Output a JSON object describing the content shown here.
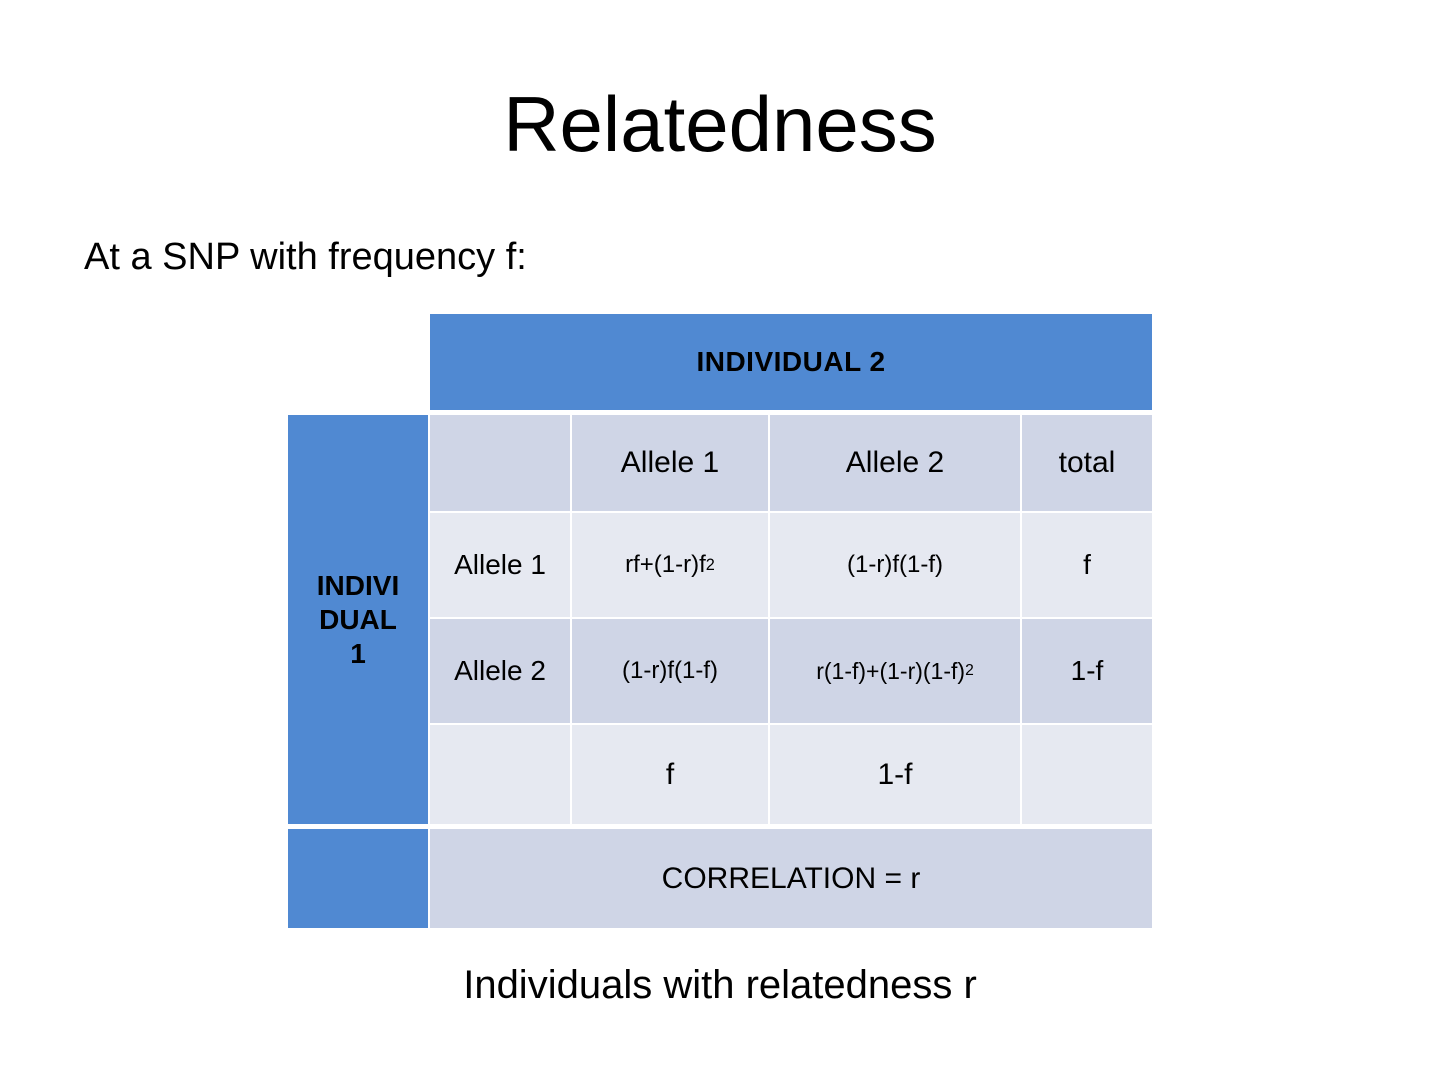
{
  "slide": {
    "title": "Relatedness",
    "subtitle": "At a SNP with frequency f:",
    "caption": "Individuals with relatedness r"
  },
  "colors": {
    "header_blue": "#5089D2",
    "band_dark": "#CFD5E6",
    "band_light": "#E6E9F1",
    "text": "#000000",
    "background": "#FFFFFF"
  },
  "table": {
    "column_banner": "INDIVIDUAL 2",
    "row_banner_lines": [
      "INDIVI",
      "DUAL",
      "1"
    ],
    "row_banner_text": "INDIVIDUAL 1",
    "corner_blank": "",
    "column_headers": [
      "",
      "Allele 1",
      "Allele 2",
      "total"
    ],
    "rows": [
      {
        "label_lines": [
          "Allele",
          "1"
        ],
        "label": "Allele 1",
        "cells": [
          "rf+(1-r)f",
          "(1-r)f(1-f)",
          "f"
        ],
        "cell1_base": "rf+(1-r)f",
        "cell1_sup": "2",
        "cell2": "(1-r)f(1-f)",
        "cell3": "f"
      },
      {
        "label_lines": [
          "Allele",
          "2"
        ],
        "label": "Allele 2",
        "cells": [
          "(1-r)f(1-f)",
          "r(1-f)+(1-r)(1-f)",
          "1-f"
        ],
        "cell1": "(1-r)f(1-f)",
        "cell2_base": "r(1-f)+(1-r)(1-f)",
        "cell2_sup": "2",
        "cell3": "1-f"
      },
      {
        "label_lines": [
          ""
        ],
        "label": "",
        "cell1": "f",
        "cell2": "1-f",
        "cell3": ""
      }
    ],
    "footer_row": "CORRELATION = r"
  }
}
